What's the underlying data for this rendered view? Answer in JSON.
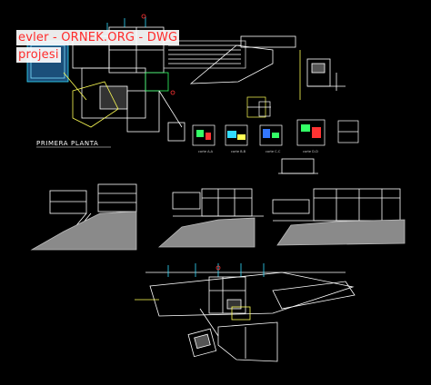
{
  "watermark": {
    "line1": "evler - ORNEK.ORG - DWG",
    "line2": "projesi"
  },
  "plan_label": "PRIMERA PLANTA",
  "section_labels": [
    "corte A-A",
    "corte B-B",
    "corte C-C",
    "corte D-D"
  ],
  "colors": {
    "background": "#000000",
    "line_white": "#ffffff",
    "line_yellow": "#ffff55",
    "line_cyan": "#33ddff",
    "line_red": "#ff3333",
    "line_green": "#33ff66",
    "watermark_text": "#ff2a2a"
  }
}
